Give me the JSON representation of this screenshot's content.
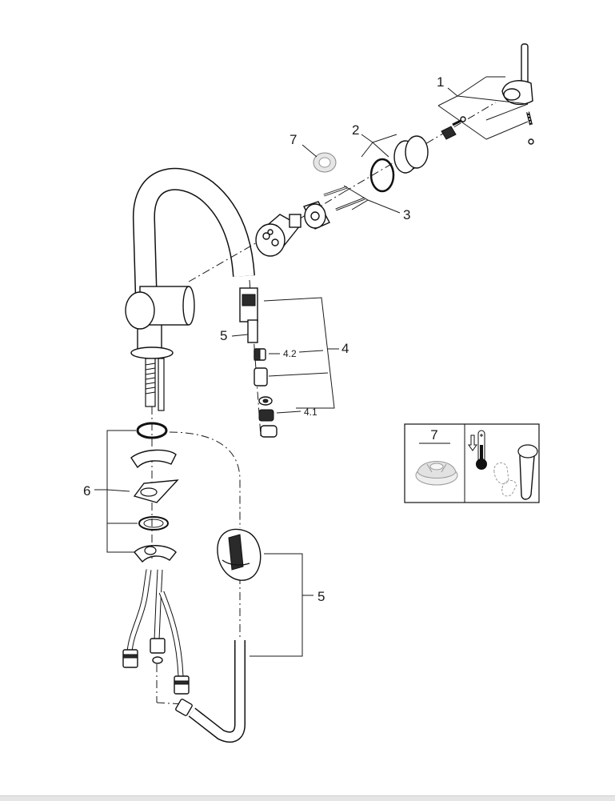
{
  "callouts": {
    "c1": "1",
    "c2": "2",
    "c3": "3",
    "c4": "4",
    "c41": "4.1",
    "c42": "4.2",
    "c5a": "5",
    "c5b": "5",
    "c6": "6",
    "c7": "7"
  },
  "legend_box": {
    "label": "7"
  }
}
